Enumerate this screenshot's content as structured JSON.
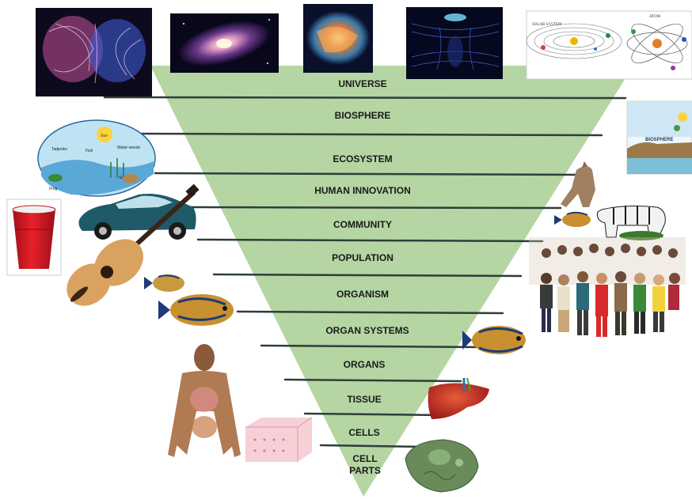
{
  "levels": [
    "UNIVERSE",
    "BIOSPHERE",
    "ECOSYSTEM",
    "HUMAN INNOVATION",
    "COMMUNITY",
    "POPULATION",
    "ORGANISM",
    "ORGAN SYSTEMS",
    "ORGANS",
    "TISSUE",
    "CELLS",
    "CELL",
    "PARTS"
  ],
  "images": {
    "solar_system_title": "SOLAR SYSTEM",
    "atom_title": "ATOM",
    "biosphere_title": "BIOSPHERE",
    "pond_sun": "Sun",
    "pond_tadpoles": "Tadpoles",
    "pond_fish": "Fish",
    "pond_weeds": "Water weeds",
    "pond_frog": "Frog",
    "pond_snail": "Snail"
  },
  "colors": {
    "pyramid_fill": "#b5d5a3",
    "divider": "#2d3e3a"
  }
}
